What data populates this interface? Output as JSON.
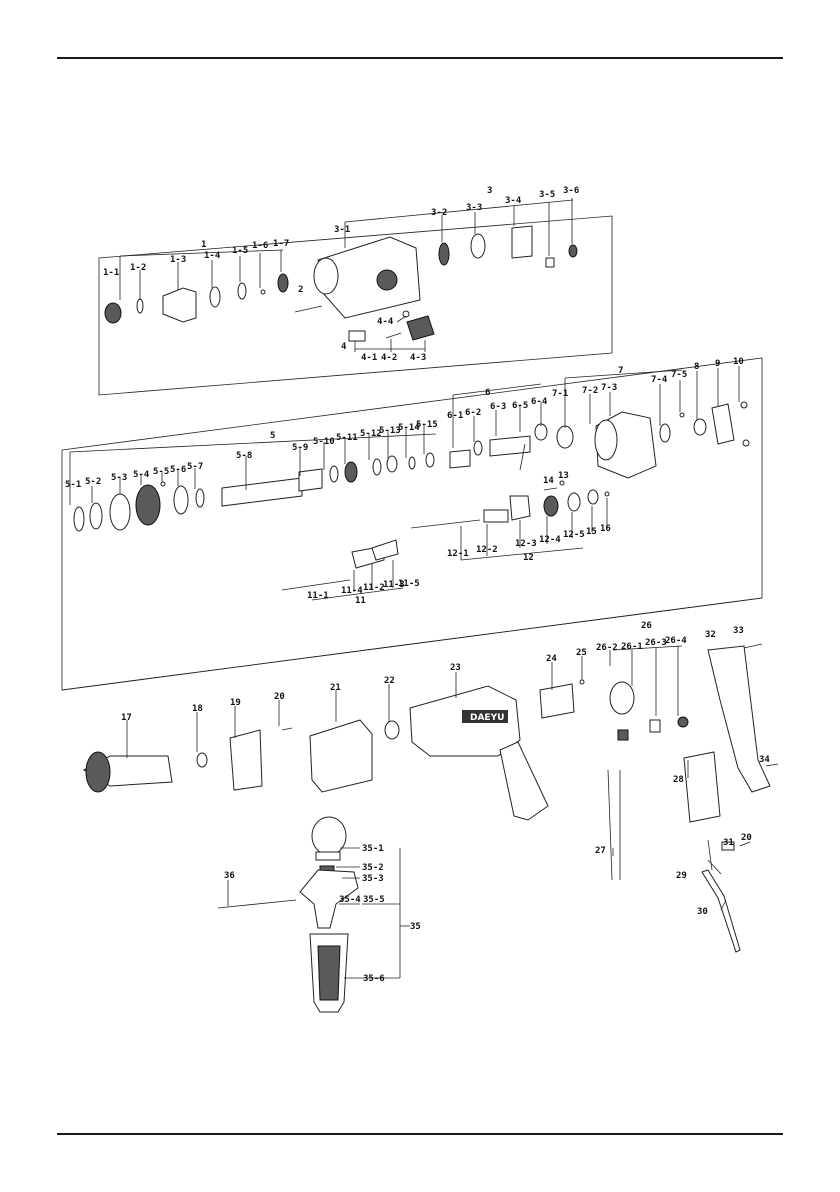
{
  "brand": "DAEYU",
  "parts": {
    "p1": "1",
    "p1_1": "1-1",
    "p1_2": "1-2",
    "p1_3": "1-3",
    "p1_4": "1-4",
    "p1_5": "1-5",
    "p1_6": "1-6",
    "p1_7": "1-7",
    "p2": "2",
    "p3": "3",
    "p3_1": "3-1",
    "p3_2": "3-2",
    "p3_3": "3-3",
    "p3_4": "3-4",
    "p3_5": "3-5",
    "p3_6": "3-6",
    "p4": "4",
    "p4_1": "4-1",
    "p4_2": "4-2",
    "p4_3": "4-3",
    "p4_4": "4-4",
    "p5": "5",
    "p5_1": "5-1",
    "p5_2": "5-2",
    "p5_3": "5-3",
    "p5_4": "5-4",
    "p5_5": "5-5",
    "p5_6": "5-6",
    "p5_7": "5-7",
    "p5_8": "5-8",
    "p5_9": "5-9",
    "p5_10": "5-10",
    "p5_11": "5-11",
    "p5_12": "5-12",
    "p5_13": "5-13",
    "p5_14": "5-14",
    "p5_15": "5-15",
    "p6": "6",
    "p6_1": "6-1",
    "p6_2": "6-2",
    "p6_3": "6-3",
    "p6_4": "6-4",
    "p6_5": "6-5",
    "p7": "7",
    "p7_1": "7-1",
    "p7_2": "7-2",
    "p7_3": "7-3",
    "p7_4": "7-4",
    "p7_5": "7-5",
    "p8": "8",
    "p9": "9",
    "p10": "10",
    "p11": "11",
    "p11_1": "11-1",
    "p11_2": "11-2",
    "p11_3": "11-3",
    "p11_4": "11-4",
    "p11_5": "11-5",
    "p12": "12",
    "p12_1": "12-1",
    "p12_2": "12-2",
    "p12_3": "12-3",
    "p12_4": "12-4",
    "p12_5": "12-5",
    "p13": "13",
    "p14": "14",
    "p15": "15",
    "p16": "16",
    "p17": "17",
    "p18": "18",
    "p19": "19",
    "p20": "20",
    "p21": "21",
    "p22": "22",
    "p23": "23",
    "p24": "24",
    "p25": "25",
    "p26": "26",
    "p26_1": "26-1",
    "p26_2": "26-2",
    "p26_3": "26-3",
    "p26_4": "26-4",
    "p27": "27",
    "p28": "28",
    "p29": "29",
    "p30": "30",
    "p31": "31",
    "p20b": "20",
    "p32": "32",
    "p33": "33",
    "p34": "34",
    "p35": "35",
    "p35_1": "35-1",
    "p35_2": "35-2",
    "p35_3": "35-3",
    "p35_4": "35-4",
    "p35_5": "35-5",
    "p35_6": "35-6",
    "p36": "36"
  }
}
